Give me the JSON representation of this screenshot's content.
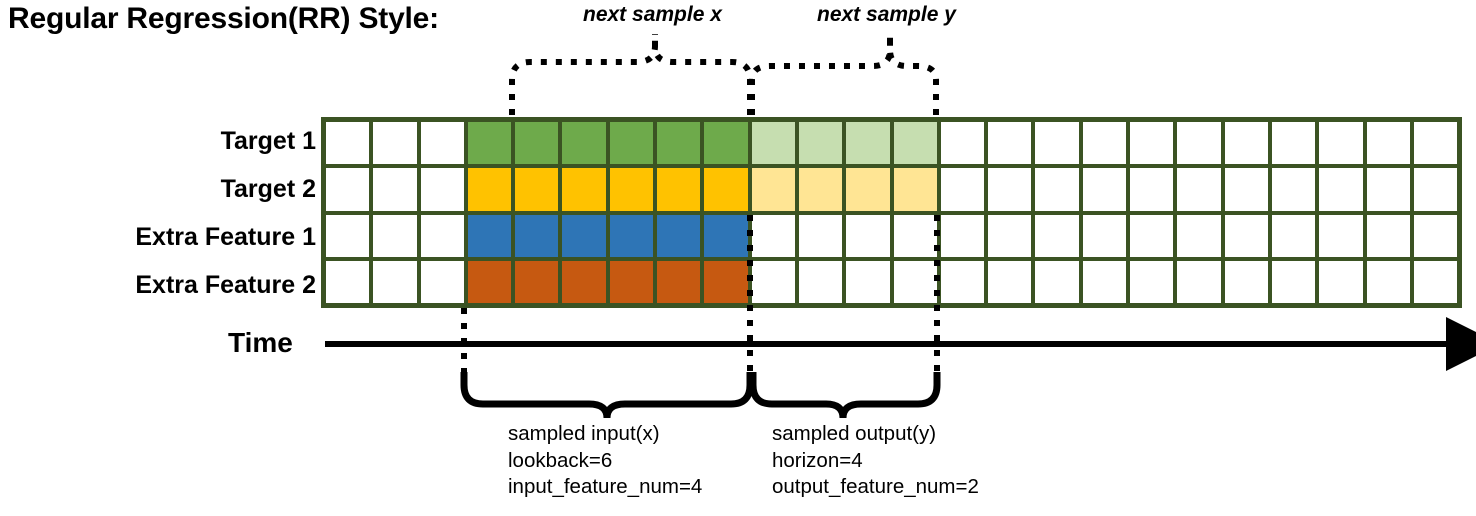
{
  "title": "Regular Regression(RR) Style:",
  "annotations": {
    "next_sample_x": "next sample x",
    "next_sample_y": "next sample y"
  },
  "rows": [
    {
      "label": "Target 1",
      "name": "target-1"
    },
    {
      "label": "Target 2",
      "name": "target-2"
    },
    {
      "label": "Extra Feature 1",
      "name": "extra-feature-1"
    },
    {
      "label": "Extra Feature 2",
      "name": "extra-feature-2"
    }
  ],
  "grid": {
    "columns": 24,
    "lookback_start_col": 3,
    "lookback_end_col": 9,
    "horizon_end_col": 13,
    "border_color": "#3B5323",
    "row_fills": [
      [
        "white",
        "white",
        "white",
        "green",
        "green",
        "green",
        "green",
        "green",
        "green",
        "green-l",
        "green-l",
        "green-l",
        "green-l",
        "white",
        "white",
        "white",
        "white",
        "white",
        "white",
        "white",
        "white",
        "white",
        "white",
        "white"
      ],
      [
        "white",
        "white",
        "white",
        "gold",
        "gold",
        "gold",
        "gold",
        "gold",
        "gold",
        "gold-l",
        "gold-l",
        "gold-l",
        "gold-l",
        "white",
        "white",
        "white",
        "white",
        "white",
        "white",
        "white",
        "white",
        "white",
        "white",
        "white"
      ],
      [
        "white",
        "white",
        "white",
        "blue",
        "blue",
        "blue",
        "blue",
        "blue",
        "blue",
        "white",
        "white",
        "white",
        "white",
        "white",
        "white",
        "white",
        "white",
        "white",
        "white",
        "white",
        "white",
        "white",
        "white",
        "white"
      ],
      [
        "white",
        "white",
        "white",
        "orange",
        "orange",
        "orange",
        "orange",
        "orange",
        "orange",
        "white",
        "white",
        "white",
        "white",
        "white",
        "white",
        "white",
        "white",
        "white",
        "white",
        "white",
        "white",
        "white",
        "white",
        "white"
      ]
    ],
    "palette": {
      "green": "#6EAA4B",
      "green-l": "#C6DEB0",
      "gold": "#FFC200",
      "gold-l": "#FFE594",
      "blue": "#2E75B6",
      "orange": "#C65911",
      "white": "#FFFFFF"
    }
  },
  "axis": {
    "label": "Time"
  },
  "captions": {
    "input": "sampled input(x)\nlookback=6\ninput_feature_num=4",
    "output": "sampled output(y)\nhorizon=4\noutput_feature_num=2"
  }
}
